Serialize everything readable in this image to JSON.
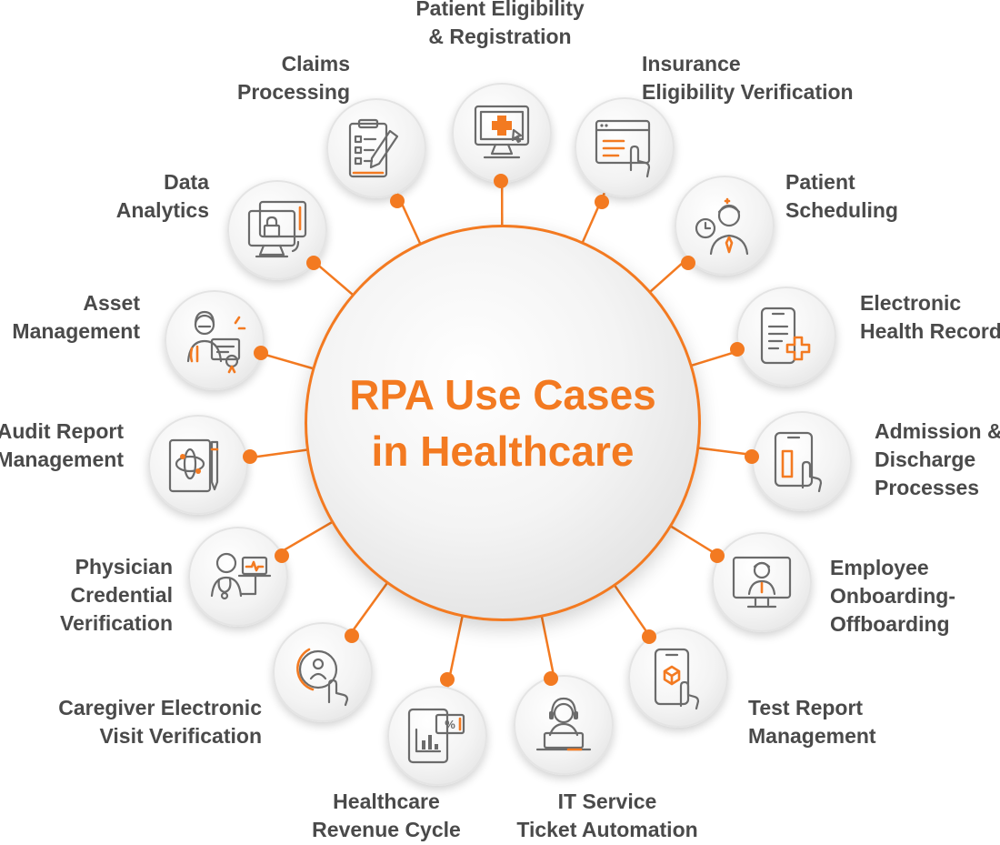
{
  "hub": {
    "lines": [
      "RPA Use Cases",
      "in Healthcare"
    ]
  },
  "colors": {
    "accent": "#f37a21",
    "text": "#4a4a4a",
    "icon": "#6b6b6b"
  },
  "use_cases": [
    {
      "id": "patient-eligibility",
      "lines": [
        "Patient Eligibility",
        "& Registration"
      ],
      "icon": "computer-medical-cross-icon"
    },
    {
      "id": "insurance-eligibility",
      "lines": [
        "Insurance",
        "Eligibility Verification"
      ],
      "icon": "browser-window-hand-icon"
    },
    {
      "id": "patient-scheduling",
      "lines": [
        "Patient",
        "Scheduling"
      ],
      "icon": "doctor-clock-icon"
    },
    {
      "id": "electronic-health-record",
      "lines": [
        "Electronic",
        "Health Record"
      ],
      "icon": "phone-medical-record-icon"
    },
    {
      "id": "admission-discharge",
      "lines": [
        "Admission &",
        "Discharge",
        "Processes"
      ],
      "icon": "tablet-hand-icon"
    },
    {
      "id": "employee-onboarding",
      "lines": [
        "Employee",
        "Onboarding-",
        "Offboarding"
      ],
      "icon": "monitor-person-icon"
    },
    {
      "id": "test-report",
      "lines": [
        "Test Report",
        "Management"
      ],
      "icon": "phone-box-hand-icon"
    },
    {
      "id": "it-service",
      "lines": [
        "IT Service",
        "Ticket Automation"
      ],
      "icon": "headset-agent-laptop-icon"
    },
    {
      "id": "revenue-cycle",
      "lines": [
        "Healthcare",
        "Revenue Cycle"
      ],
      "icon": "tablet-bar-chart-percent-icon"
    },
    {
      "id": "caregiver-evv",
      "lines": [
        "Caregiver Electronic",
        "Visit Verification"
      ],
      "icon": "person-touch-hand-icon"
    },
    {
      "id": "physician-credential",
      "lines": [
        "Physician",
        "Credential",
        "Verification"
      ],
      "icon": "doctor-stethoscope-laptop-icon"
    },
    {
      "id": "audit-report",
      "lines": [
        "Audit Report",
        "Management"
      ],
      "icon": "document-pen-icon"
    },
    {
      "id": "asset-management",
      "lines": [
        "Asset",
        "Management"
      ],
      "icon": "person-certificate-icon"
    },
    {
      "id": "data-analytics",
      "lines": [
        "Data",
        "Analytics"
      ],
      "icon": "monitor-lock-icon"
    },
    {
      "id": "claims-processing",
      "lines": [
        "Claims",
        "Processing"
      ],
      "icon": "clipboard-pen-icon"
    }
  ]
}
